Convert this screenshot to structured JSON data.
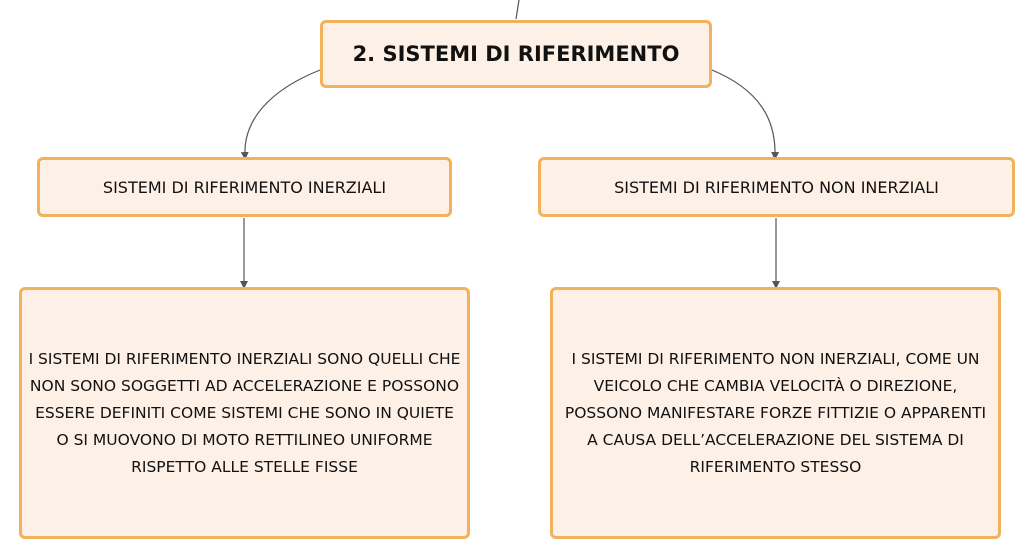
{
  "root": {
    "title": "2. SISTEMI DI RIFERIMENTO"
  },
  "branches": [
    {
      "label": "SISTEMI DI RIFERIMENTO INERZIALI",
      "description": "I SISTEMI DI RIFERIMENTO INERZIALI SONO QUELLI CHE NON SONO SOGGETTI AD ACCELERAZIONE E POSSONO ESSERE DEFINITI COME SISTEMI CHE SONO IN QUIETE O SI MUOVONO DI MOTO RETTILINEO UNIFORME RISPETTO ALLE STELLE FISSE"
    },
    {
      "label": "SISTEMI DI RIFERIMENTO NON INERZIALI",
      "description": "I SISTEMI DI RIFERIMENTO NON INERZIALI, COME UN VEICOLO CHE CAMBIA VELOCITÀ O DIREZIONE, POSSONO MANIFESTARE FORZE FITTIZIE O APPARENTI A CAUSA DELL’ACCELERAZIONE DEL SISTEMA DI RIFERIMENTO STESSO"
    }
  ],
  "colors": {
    "node_fill": "#fdf1e7",
    "node_border": "#f3b15b",
    "connector": "#555555"
  }
}
